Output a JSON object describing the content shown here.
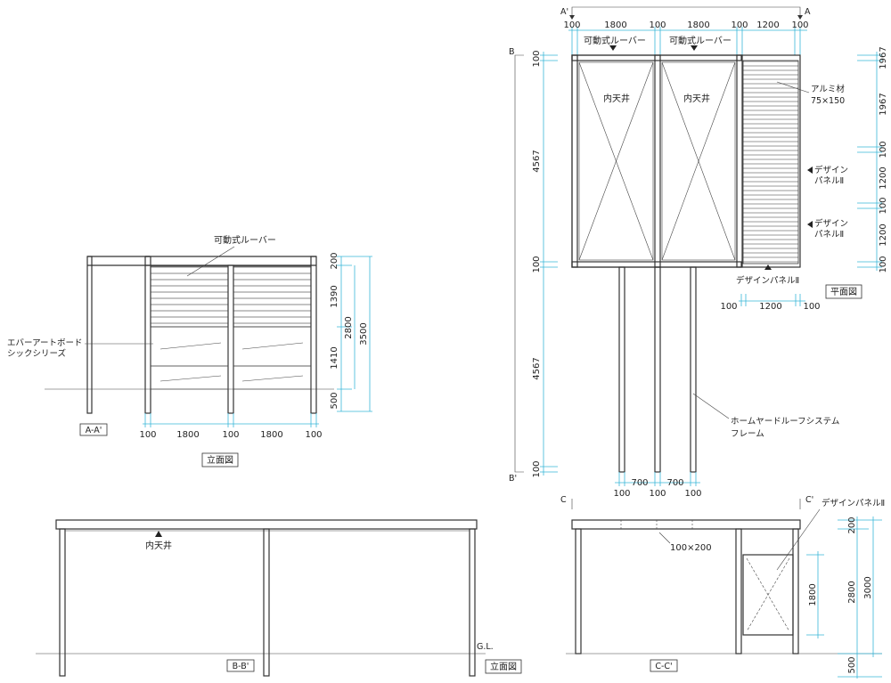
{
  "labels": {
    "louver": "可動式ルーバー",
    "inner_ceiling": "内天井",
    "alu_material": "アルミ材",
    "alu_size": "75×150",
    "design_panel_a": "デザイン",
    "design_panel_b": "パネルⅡ",
    "design_panel_full": "デザインパネルⅡ",
    "ever_art_a": "エバーアートボード",
    "ever_art_b": "シックシリーズ",
    "frame_a": "ホームヤードルーフシステム",
    "frame_b": "フレーム",
    "post_size": "100×200",
    "gl": "G.L."
  },
  "section_tags": {
    "elev_a": "A-A'",
    "elev_b": "B-B'",
    "elev_c": "C-C'",
    "a": "A",
    "a_prime": "A'",
    "b": "B",
    "b_prime": "B'",
    "c": "C",
    "c_prime": "C'"
  },
  "view_titles": {
    "elevation_1": "立面図",
    "elevation_2": "立面図",
    "plan": "平面図"
  },
  "dims": {
    "elev_a_width": [
      "100",
      "1800",
      "100",
      "1800",
      "100"
    ],
    "elev_a_height_parts": [
      "200",
      "1390",
      "1410",
      "500"
    ],
    "elev_a_height_total_inner": "2800",
    "elev_a_height_total": "3500",
    "plan_top": [
      "100",
      "1800",
      "100",
      "1800",
      "100",
      "1200",
      "100"
    ],
    "plan_left": [
      "100",
      "4567",
      "100",
      "4567",
      "100"
    ],
    "plan_right": [
      "1967",
      "100",
      "1200",
      "100",
      "1200",
      "100"
    ],
    "plan_bottom_posts": [
      "100",
      "700",
      "100",
      "700",
      "100"
    ],
    "plan_panel_bottom": [
      "100",
      "1200",
      "100"
    ],
    "elev_c_right": [
      "200",
      "2800",
      "3000",
      "500"
    ],
    "elev_c_panel": "1800"
  }
}
